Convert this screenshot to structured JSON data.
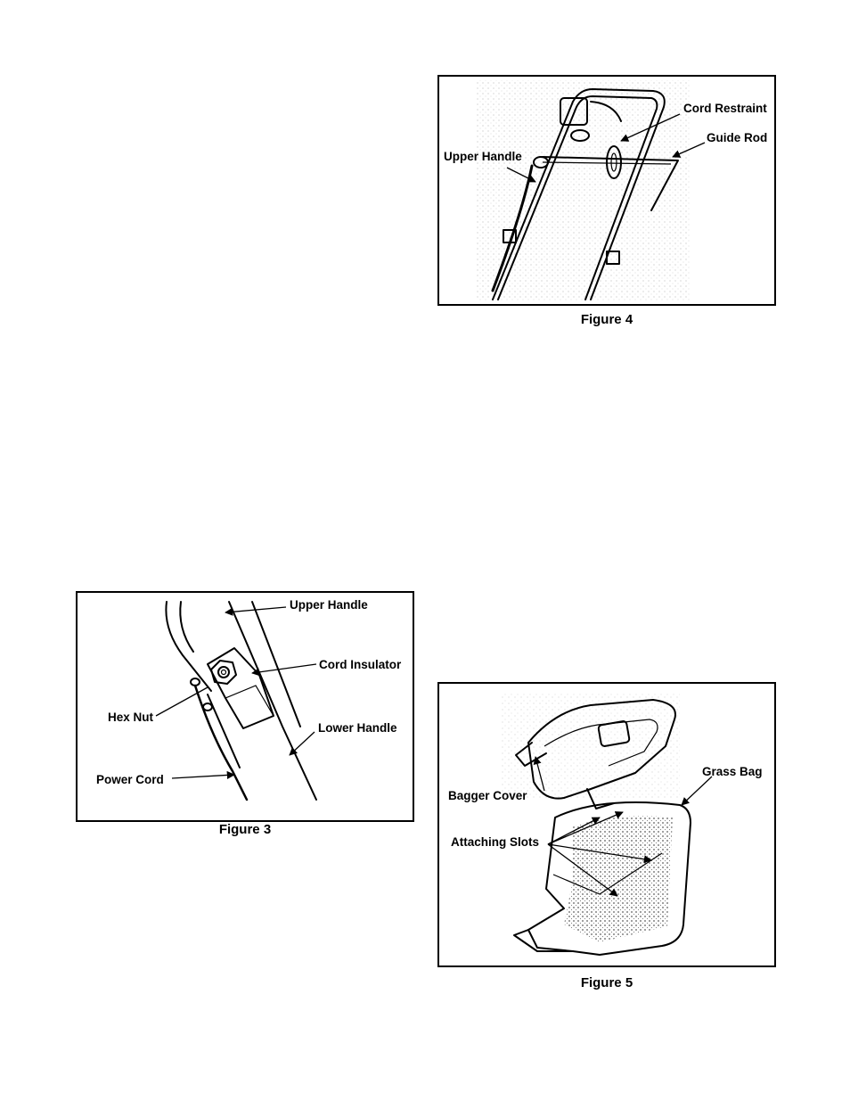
{
  "figure3": {
    "caption": "Figure 3",
    "labels": {
      "upper_handle": "Upper Handle",
      "cord_insulator": "Cord Insulator",
      "hex_nut": "Hex Nut",
      "lower_handle": "Lower Handle",
      "power_cord": "Power Cord"
    }
  },
  "figure4": {
    "caption": "Figure 4",
    "labels": {
      "cord_restraint": "Cord Restraint",
      "guide_rod": "Guide Rod",
      "upper_handle": "Upper Handle"
    }
  },
  "figure5": {
    "caption": "Figure 5",
    "labels": {
      "grass_bag": "Grass Bag",
      "bagger_cover": "Bagger Cover",
      "attaching_slots": "Attaching Slots"
    }
  }
}
